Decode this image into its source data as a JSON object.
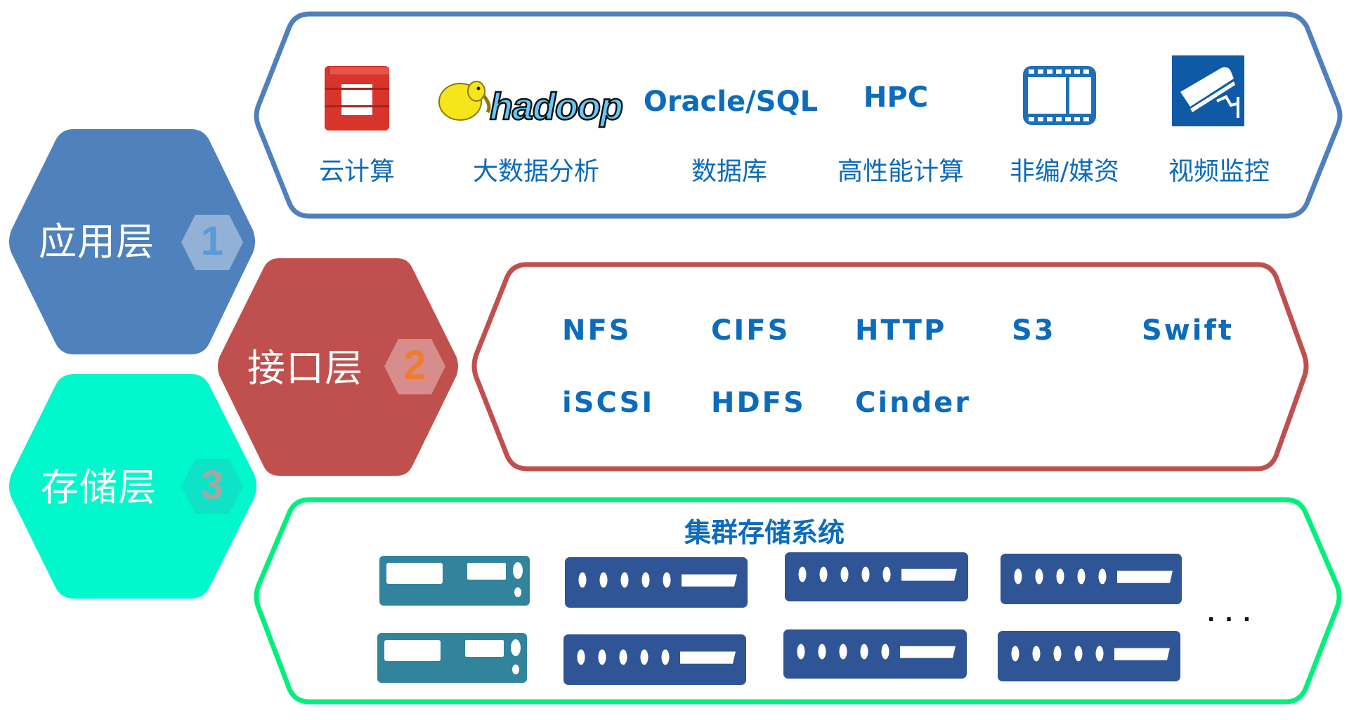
{
  "layers": [
    {
      "label": "应用层",
      "number": "1",
      "color": "#4f81bd",
      "badge_num_color": "#5b9bd5"
    },
    {
      "label": "接口层",
      "number": "2",
      "color": "#c0504d",
      "badge_num_color": "#ed7d31"
    },
    {
      "label": "存储层",
      "number": "3",
      "color": "#00f8cc",
      "badge_num_color": "#a6a6a6"
    }
  ],
  "application_panel": {
    "border_color": "#4f7fbd",
    "items": [
      {
        "title": "",
        "icon": "openstack-logo-icon",
        "label": "云计算"
      },
      {
        "title": "hadoop",
        "icon": "hadoop-elephant-logo-icon",
        "label": "大数据分析"
      },
      {
        "title": "Oracle/SQL",
        "icon": "",
        "label": "数据库"
      },
      {
        "title": "HPC",
        "icon": "",
        "label": "高性能计算"
      },
      {
        "title": "",
        "icon": "film-strip-icon",
        "label": "非编/媒资"
      },
      {
        "title": "",
        "icon": "surveillance-camera-icon",
        "label": "视频监控"
      }
    ]
  },
  "interface_panel": {
    "border_color": "#c0504d",
    "protocols_row1": [
      "NFS",
      "CIFS",
      "HTTP",
      "S3",
      "Swift"
    ],
    "protocols_row2": [
      "iSCSI",
      "HDFS",
      "Cinder"
    ]
  },
  "storage_panel": {
    "border_color": "#00f07c",
    "title": "集群存储系统",
    "ellipsis": "...",
    "server_icons": "server-rack-icon"
  }
}
